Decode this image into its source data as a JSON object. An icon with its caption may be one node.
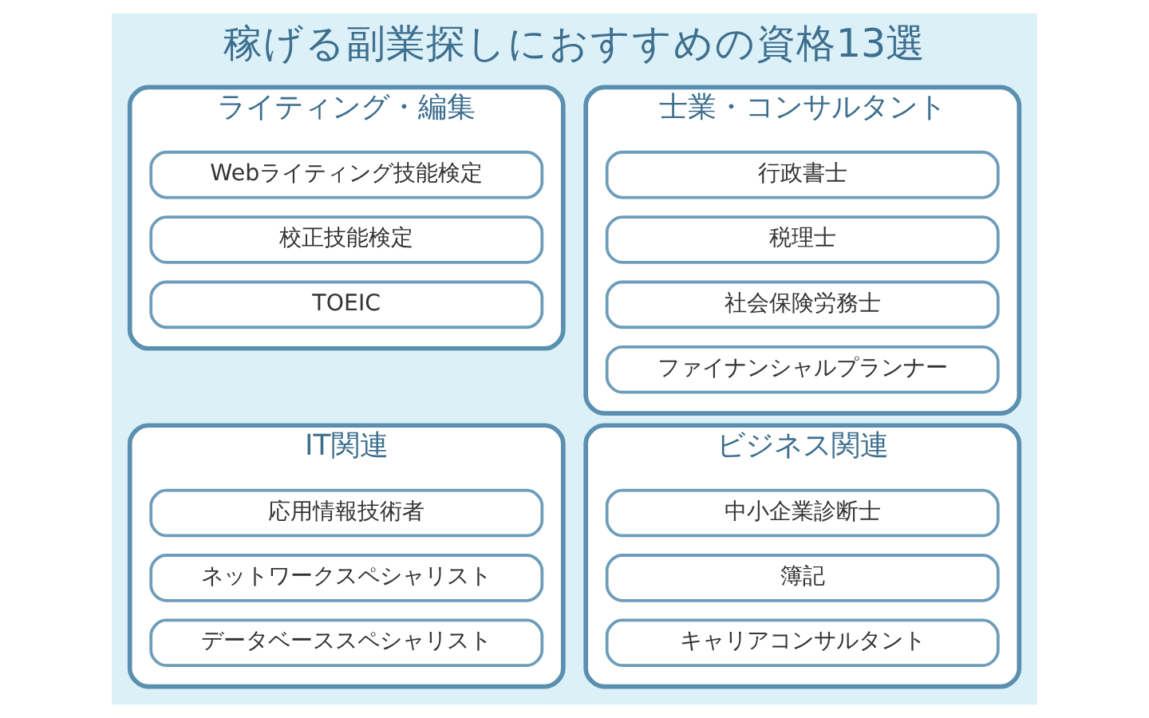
{
  "diagram": {
    "title": "稼げる副業探しにおすすめの資格13選",
    "nodes": [
      {
        "text": [
          "IT関連"
        ]
      },
      {
        "text": [
          "応用情報技術者"
        ],
        "in": 0
      },
      {
        "text": [
          "ネットワークスペシャリスト"
        ],
        "in": 0
      },
      {
        "text": [
          "データベーススペシャリスト"
        ],
        "in": 0
      },
      {
        "text": [
          "ビジネス関連"
        ]
      },
      {
        "text": [
          "中小企業診断士"
        ],
        "in": 4
      },
      {
        "text": [
          "簿記"
        ],
        "in": 4
      },
      {
        "text": [
          "キャリアコンサルタント"
        ],
        "in": 4
      },
      {
        "text": [
          "ライティング・編集"
        ]
      },
      {
        "text": [
          "Webライティング技能検定"
        ],
        "in": 8
      },
      {
        "text": [
          "校正技能検定"
        ],
        "in": 8
      },
      {
        "text": [
          "TOEIC"
        ],
        "in": 8
      },
      {
        "text": [
          "士業・コンサルタント"
        ]
      },
      {
        "text": [
          "行政書士"
        ],
        "in": 12
      },
      {
        "text": [
          "税理士"
        ],
        "in": 12
      },
      {
        "text": [
          "社会保険労務士"
        ],
        "in": 12
      },
      {
        "text": [
          "ファイナンシャルプランナー"
        ],
        "in": 12
      }
    ]
  }
}
